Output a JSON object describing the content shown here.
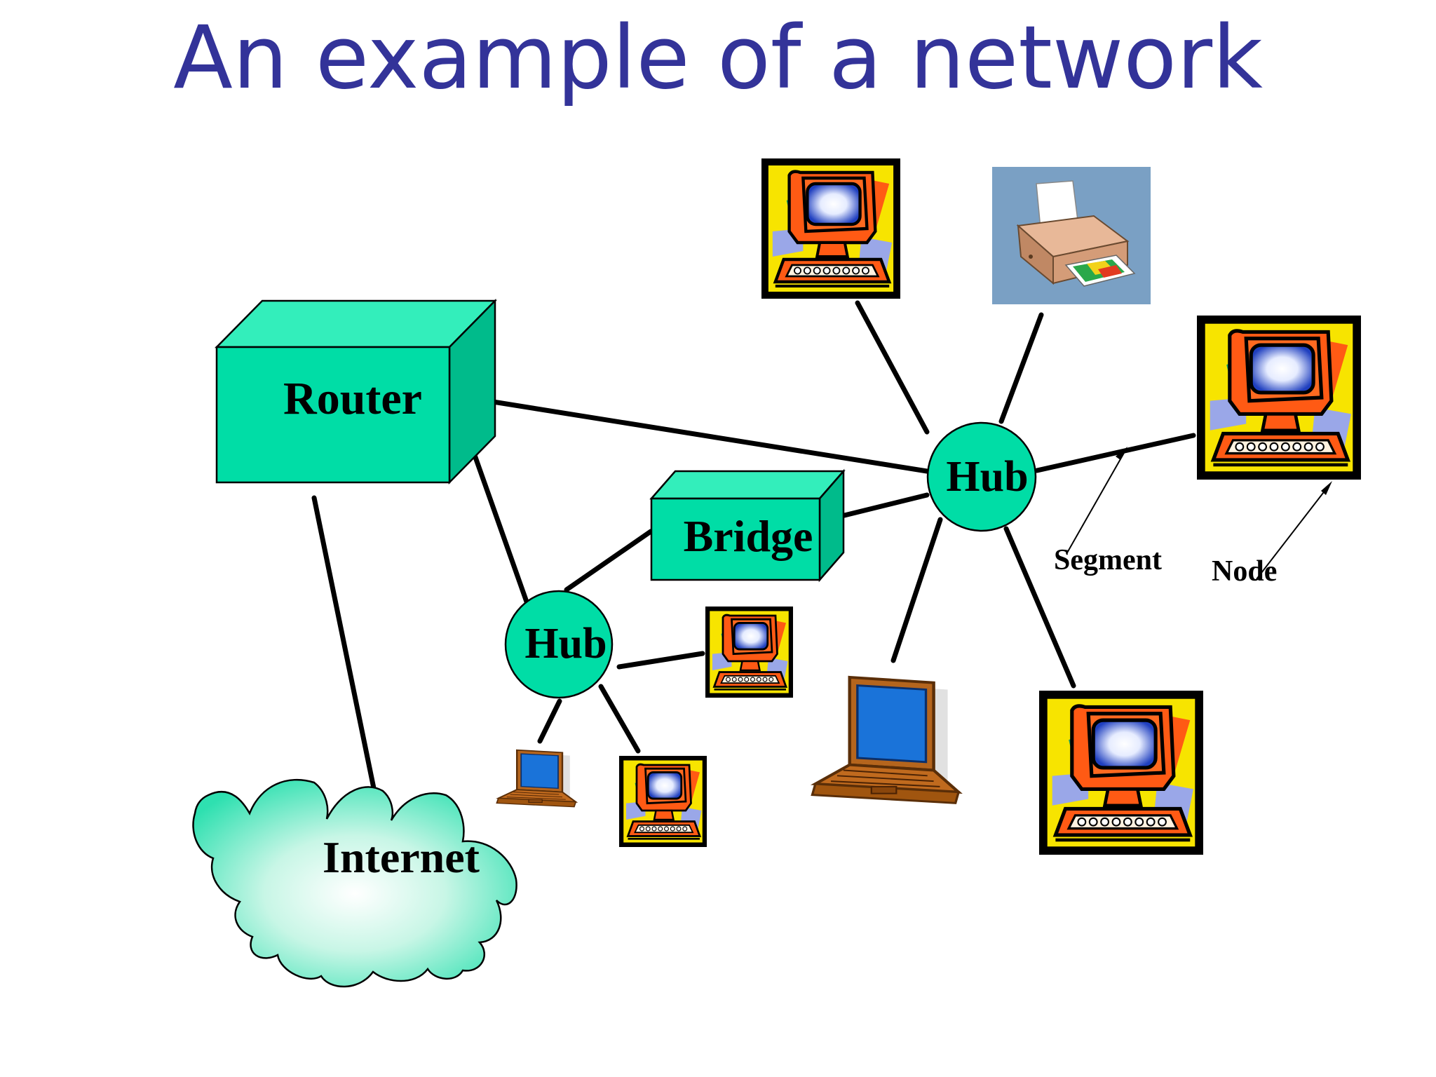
{
  "title": "An example of a network",
  "diagram": {
    "devices": {
      "router": "Router",
      "bridge": "Bridge",
      "hub_main": "Hub",
      "hub_small": "Hub",
      "internet": "Internet"
    },
    "annotations": {
      "segment": "Segment",
      "node": "Node"
    },
    "icons": {
      "desktop": "desktop-computer-icon",
      "printer": "printer-icon",
      "laptop": "laptop-icon"
    },
    "colors": {
      "title": "#333399",
      "device_front": "#00DDA6",
      "device_top": "#33EEBB",
      "device_side": "#00BB8B",
      "cloud": "#2EE0B0",
      "link": "#000000"
    }
  }
}
